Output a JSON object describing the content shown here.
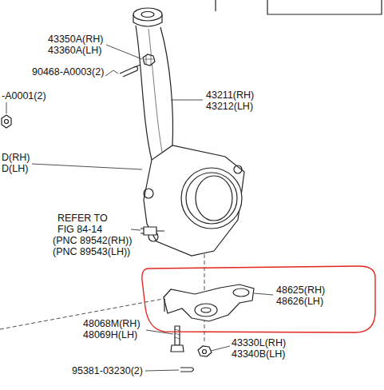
{
  "diagram": {
    "labels": [
      "43350A(RH)",
      "43360A(LH)",
      "90468-A0003(2)",
      "-A0001(2)",
      "43211(RH)",
      "43212(LH)",
      "D(RH)",
      "D(LH)",
      "REFER TO",
      "FIG 84-14",
      "(PNC 89542(RH))",
      "(PNC 89543(LH))",
      "48625(RH)",
      "48626(LH)",
      "48068M(RH)",
      "48069H(LH)",
      "43330L(RH)",
      "43340B(LH)",
      "95381-03230(2)"
    ]
  }
}
